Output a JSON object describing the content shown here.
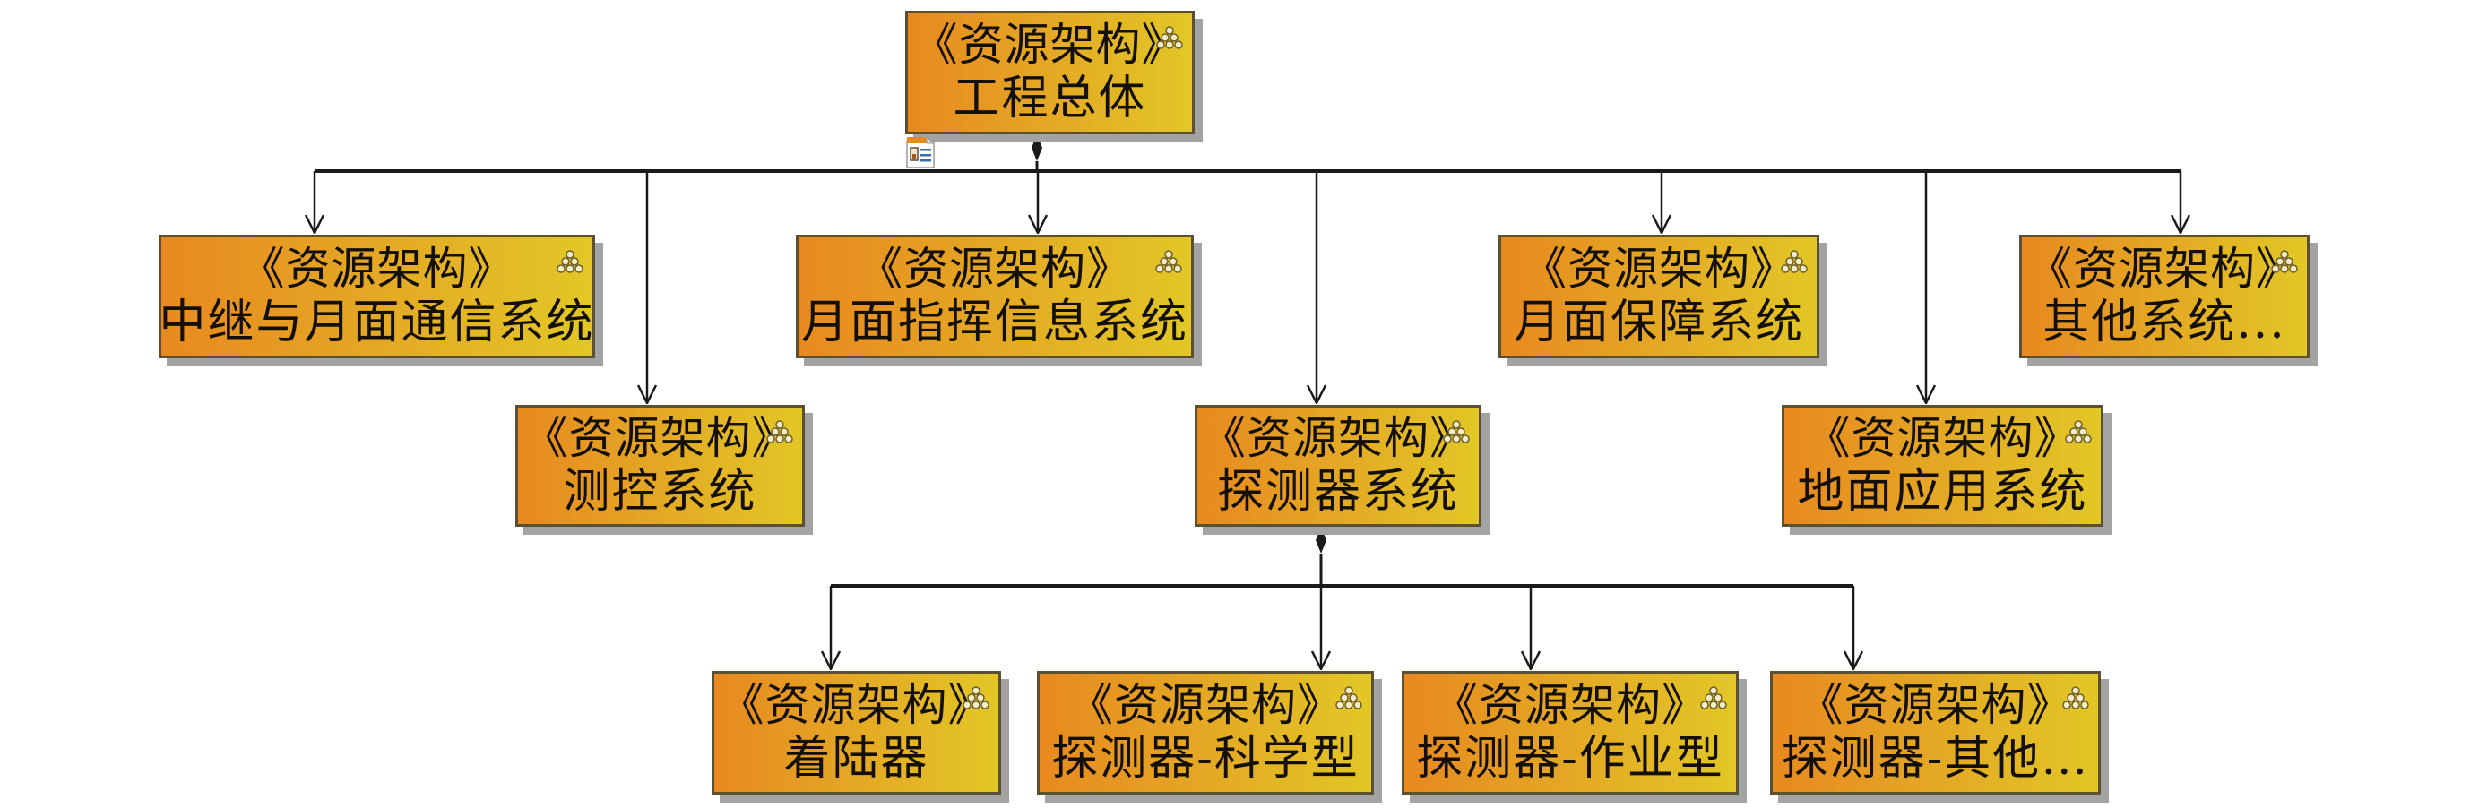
{
  "diagram": {
    "type": "resource-architecture-hierarchy",
    "stereotype": "《资源架构》",
    "colors": {
      "node_fill_start": "#e8891f",
      "node_fill_end": "#e2c726",
      "node_border": "#5b5132",
      "line": "#1a1a1a",
      "shadow": "#a3a3a3"
    },
    "root": {
      "id": "engineering-overall",
      "stereotype": "《资源架构》",
      "name": "工程总体"
    },
    "level1": [
      {
        "id": "relay-lunar-comm",
        "stereotype": "《资源架构》",
        "name": "中继与月面通信系统"
      },
      {
        "id": "ttc",
        "stereotype": "《资源架构》",
        "name": "测控系统"
      },
      {
        "id": "lunar-command-info",
        "stereotype": "《资源架构》",
        "name": "月面指挥信息系统"
      },
      {
        "id": "probe-system",
        "stereotype": "《资源架构》",
        "name": "探测器系统"
      },
      {
        "id": "lunar-support",
        "stereotype": "《资源架构》",
        "name": "月面保障系统"
      },
      {
        "id": "ground-application",
        "stereotype": "《资源架构》",
        "name": "地面应用系统"
      },
      {
        "id": "other-systems",
        "stereotype": "《资源架构》",
        "name": "其他系统..."
      }
    ],
    "level2": [
      {
        "id": "lander",
        "stereotype": "《资源架构》",
        "name": "着陆器"
      },
      {
        "id": "probe-science",
        "stereotype": "《资源架构》",
        "name": "探测器-科学型"
      },
      {
        "id": "probe-operation",
        "stereotype": "《资源架构》",
        "name": "探测器-作业型"
      },
      {
        "id": "probe-other",
        "stereotype": "《资源架构》",
        "name": "探测器-其他…"
      }
    ],
    "relations": [
      {
        "type": "composition",
        "from": "engineering-overall",
        "to": [
          "relay-lunar-comm",
          "ttc",
          "lunar-command-info",
          "probe-system",
          "lunar-support",
          "ground-application",
          "other-systems"
        ]
      },
      {
        "type": "composition",
        "from": "probe-system",
        "to": [
          "lander",
          "probe-science",
          "probe-operation",
          "probe-other"
        ]
      }
    ]
  }
}
